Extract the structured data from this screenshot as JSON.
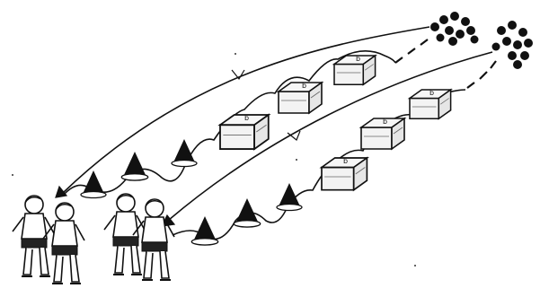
{
  "figure": {
    "ink_color": "#111111",
    "paper_color": "#ffffff",
    "box_fill": "#f3f3f3",
    "cone_fill": "#111111",
    "box_mark": "b",
    "box_mark_visible": true
  },
  "course": {
    "lanes": 2,
    "boxes_per_lane": 3,
    "cones_per_lane": 3,
    "ball_piles": 2,
    "players_per_group": 2
  },
  "icons": {
    "box": "vaulting-box-icon",
    "cone": "marker-cone-icon",
    "balls": "ball-pile-icon",
    "player": "player-figure-icon",
    "arrow": "arrowhead-icon"
  }
}
